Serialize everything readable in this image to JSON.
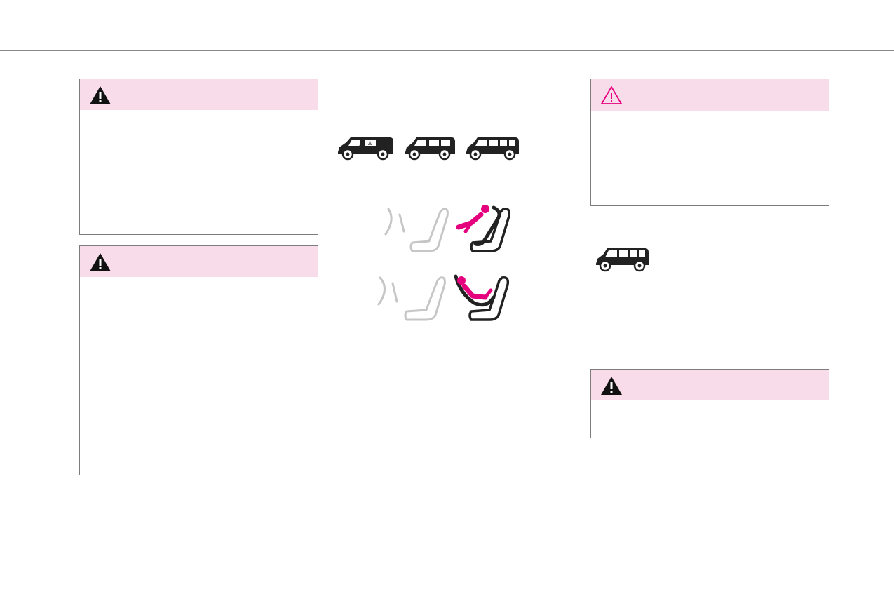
{
  "page": {
    "background": "#ffffff",
    "rule_color": "#8a8a8a"
  },
  "warnings": [
    {
      "name": "warning-box-1",
      "icon": "warning-triangle-icon",
      "icon_style": "filled",
      "header_color": "#f9dcea"
    },
    {
      "name": "warning-box-2",
      "icon": "warning-triangle-icon",
      "icon_style": "filled",
      "header_color": "#f9dcea"
    },
    {
      "name": "warning-box-3",
      "icon": "warning-triangle-outline-icon",
      "icon_style": "outline",
      "header_color": "#f9dcea"
    },
    {
      "name": "warning-box-4",
      "icon": "warning-triangle-icon",
      "icon_style": "filled",
      "header_color": "#f9dcea"
    }
  ],
  "illustrations": {
    "vehicle_variants": [
      "van-5-seat-icon",
      "van-5-seat-alt-icon",
      "van-7-seat-icon"
    ],
    "seat_diagrams": [
      "forward-facing-child-seat-icon",
      "rear-facing-child-seat-icon"
    ],
    "single_vehicle": "van-7-seat-icon"
  },
  "colors": {
    "accent": "#e5007e",
    "icon_dark": "#222222",
    "seat_light": "#c6c6c6"
  }
}
